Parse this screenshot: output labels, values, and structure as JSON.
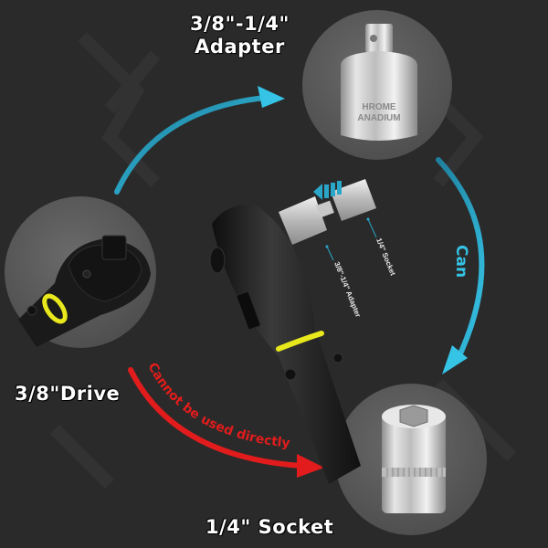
{
  "labels": {
    "adapter_title_line1": "3/8\"-1/4\"",
    "adapter_title_line2": "Adapter",
    "drive_title": "3/8\"Drive",
    "socket_title": "1/4\" Socket",
    "can_label": "Can",
    "cannot_label": "Cannot be used directly",
    "callout_socket": "1/4\" Socket",
    "callout_adapter": "3/8\"-1/4\" Adapter",
    "adapter_engraving_line1": "HROME",
    "adapter_engraving_line2": "ANADIUM"
  },
  "colors": {
    "background": "#2a2a2a",
    "circle_fill": "#5a5a5a",
    "can_arrow": "#2aa6c9",
    "cannot_arrow": "#e21c1c",
    "yellow_ring": "#e8e81c",
    "title_text": "#ffffff"
  },
  "icons": {
    "watermark": "wrench-pattern",
    "insert_arrow": "triple-chevron-left-arrow"
  }
}
